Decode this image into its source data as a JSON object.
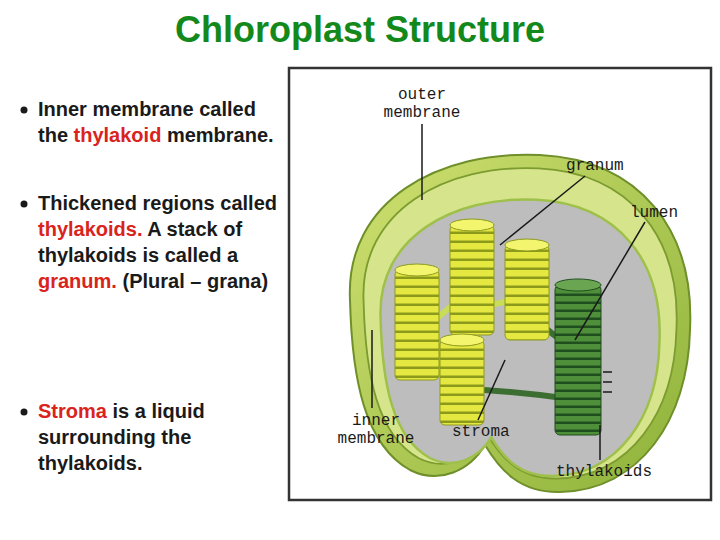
{
  "diagram": {
    "title": "Chloroplast Structure",
    "labels": [
      "Inner membrane called the",
      "thylakoid",
      "membrane.",
      "Thickened regions called",
      "thylakoids.",
      "A stack of thylakoids is called a",
      "granum.",
      "(Plural – grana)",
      "Stroma",
      "is a liquid surrounding the thylakoids.",
      "outer membrane",
      "granum",
      "lumen",
      "inner membrane",
      "stroma",
      "thylakoids"
    ]
  }
}
